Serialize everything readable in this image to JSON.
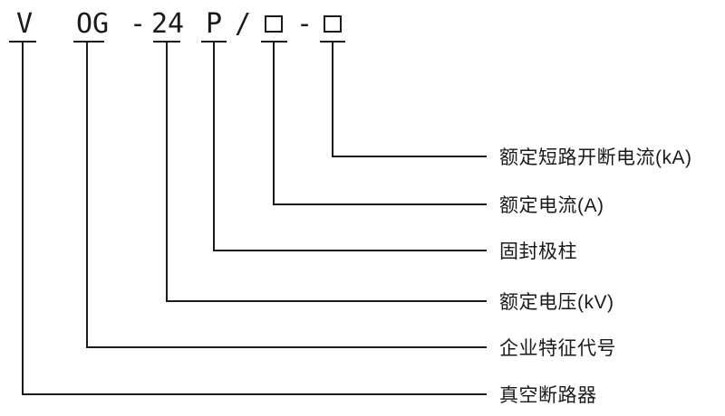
{
  "colors": {
    "line": "#1a1a1a",
    "background": "#ffffff"
  },
  "model_diagram": {
    "description": "model designation legend",
    "code_parts": [
      {
        "code": "V",
        "label": "真空断路器"
      },
      {
        "code": "OG",
        "label": "企业特征代号"
      },
      {
        "code": "24",
        "label": "额定电压(kV)"
      },
      {
        "code": "P",
        "label": "固封极柱"
      },
      {
        "code": "□",
        "label": "额定电流(A)"
      },
      {
        "code": "□",
        "label": "额定短路开断电流(kA)"
      }
    ],
    "separators": {
      "s1": "-",
      "s2": "/",
      "s3": "-"
    }
  }
}
